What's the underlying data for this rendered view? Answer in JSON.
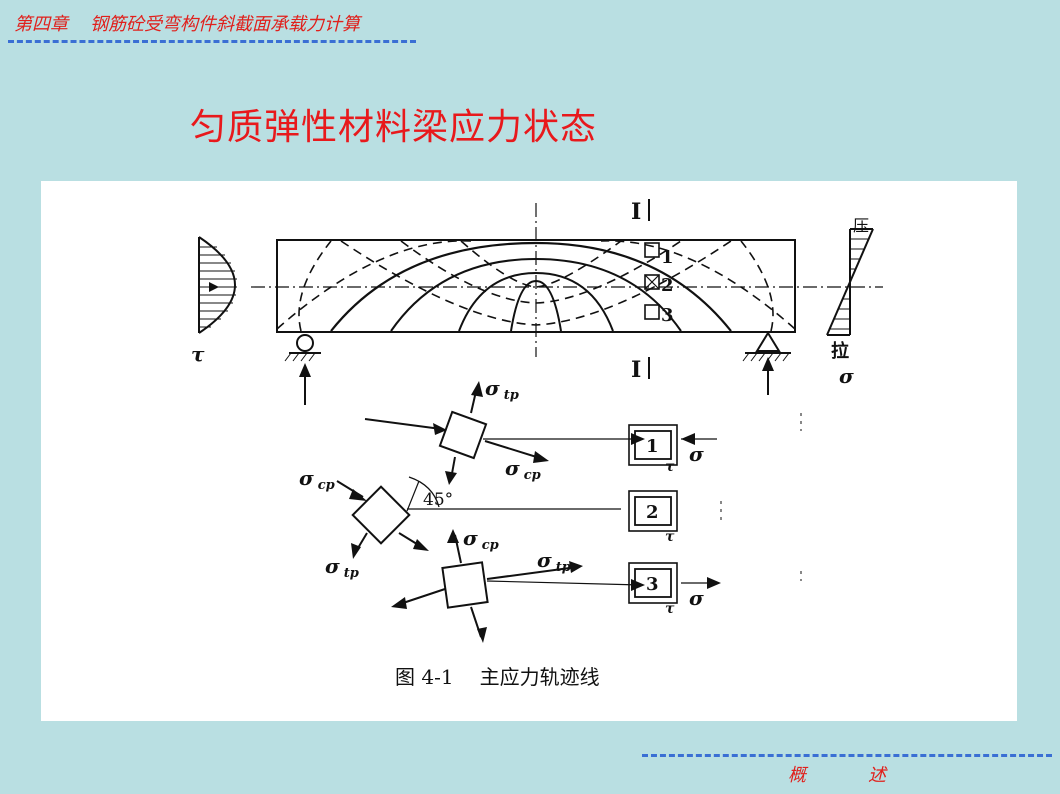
{
  "header": {
    "chapter": "第四章",
    "topic": "钢筋砼受弯构件斜截面承载力计算"
  },
  "title": "匀质弹性材料梁应力状态",
  "figure": {
    "caption_num": "图 4-1",
    "caption_text": "主应力轨迹线",
    "labels": {
      "tau": "τ",
      "sigma": "σ",
      "compression": "压",
      "tension": "拉",
      "section": "I",
      "p1": "1",
      "p2": "2",
      "p3": "3",
      "sigma_tp": "σ",
      "tp_sub": "tp",
      "cp_sub": "cp",
      "angle": "45°"
    }
  },
  "footer": {
    "left": "概",
    "right": "述"
  },
  "colors": {
    "accent_red": "#e0201c",
    "title_red": "#e8191c",
    "rule_blue": "#3a6fd4",
    "background": "#b9dfe2"
  }
}
